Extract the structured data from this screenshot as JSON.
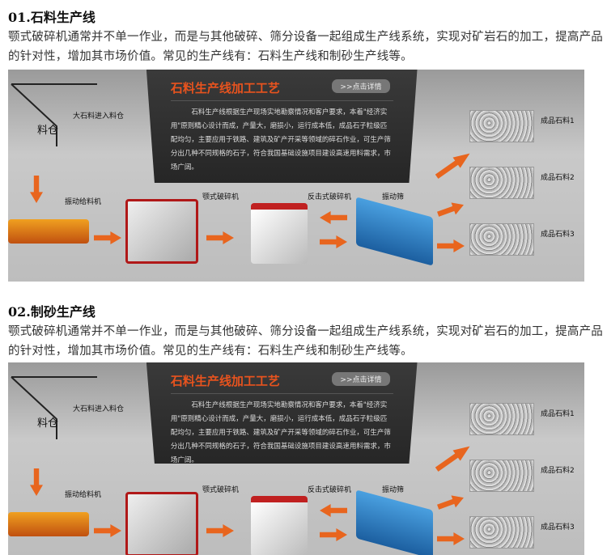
{
  "sections": [
    {
      "heading": "01.石料生产线",
      "text": "颚式破碎机通常并不单一作业，而是与其他破碎、筛分设备一起组成生产线系统，实现对矿岩石的加工，提高产品的针对性，增加其市场价值。常见的生产线有：石料生产线和制砂生产线等。",
      "diagram": {
        "title": "石料生产线加工工艺",
        "button": ">>点击详情",
        "description": "石料生产线根据生产现场实地勘察情况和客户要求，本着\"经济实用\"原则精心设计而成，产量大，磨损小，运行成本低，成品石子粒级匹配均匀，主要应用于铁路、建筑及矿产开采等领域的碎石作业，可生产筛分出几种不同规格的石子，符合我国基础设施项目建设高速用料需求，市场广阔。",
        "bin": "料仓",
        "feed_in": "大石料进入料仓",
        "feeder": "振动给料机",
        "jaw": "颚式破碎机",
        "impact": "反击式破碎机",
        "screen": "振动筛",
        "products": [
          "成品石料1",
          "成品石料2",
          "成品石料3"
        ]
      }
    },
    {
      "heading": "02.制砂生产线",
      "text": "颚式破碎机通常并不单一作业，而是与其他破碎、筛分设备一起组成生产线系统，实现对矿岩石的加工，提高产品的针对性，增加其市场价值。常见的生产线有：石料生产线和制砂生产线等。",
      "diagram": {
        "title": "石料生产线加工工艺",
        "button": ">>点击详情",
        "description": "石料生产线根据生产现场实地勘察情况和客户要求，本着\"经济实用\"原则精心设计而成，产量大，磨损小，运行成本低，成品石子粒级匹配均匀，主要应用于铁路、建筑及矿产开采等领域的碎石作业，可生产筛分出几种不同规格的石子，符合我国基础设施项目建设高速用料需求，市场广阔。",
        "bin": "料仓",
        "feed_in": "大石料进入料仓",
        "feeder": "振动给料机",
        "jaw": "颚式破碎机",
        "impact": "反击式破碎机",
        "screen": "振动筛",
        "products": [
          "成品石料1",
          "成品石料2",
          "成品石料3"
        ]
      }
    }
  ]
}
